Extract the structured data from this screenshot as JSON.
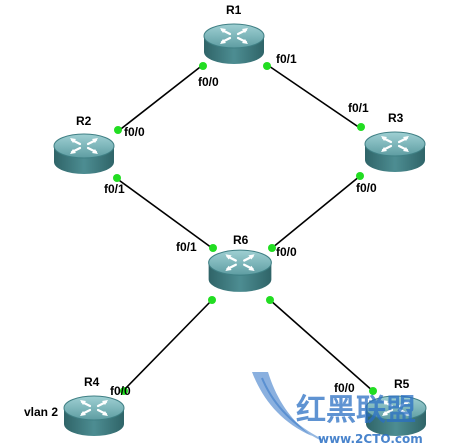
{
  "routers": [
    {
      "id": "R1",
      "label": "R1"
    },
    {
      "id": "R2",
      "label": "R2"
    },
    {
      "id": "R3",
      "label": "R3"
    },
    {
      "id": "R6",
      "label": "R6"
    },
    {
      "id": "R4",
      "label": "R4",
      "extra": "vlan 2"
    },
    {
      "id": "R5",
      "label": "R5"
    }
  ],
  "links": [
    {
      "from": "R1",
      "from_port": "f0/0",
      "to": "R2",
      "to_port": "f0/0"
    },
    {
      "from": "R1",
      "from_port": "f0/1",
      "to": "R3",
      "to_port": "f0/1"
    },
    {
      "from": "R2",
      "from_port": "f0/1",
      "to": "R6",
      "to_port": "f0/1"
    },
    {
      "from": "R3",
      "from_port": "f0/0",
      "to": "R6",
      "to_port": "f0/0"
    },
    {
      "from": "R6",
      "to": "R4",
      "to_port": "f0/0"
    },
    {
      "from": "R6",
      "to": "R5",
      "to_port": "f0/0"
    }
  ],
  "watermark": {
    "brand": "红黑联盟",
    "url": "www.2CTO.com"
  },
  "colors": {
    "link": "#000000",
    "port_dot": "#22dd22",
    "router_top": "#6fb0b4",
    "router_side": "#3f7f84",
    "watermark": "#2a6fc4"
  }
}
